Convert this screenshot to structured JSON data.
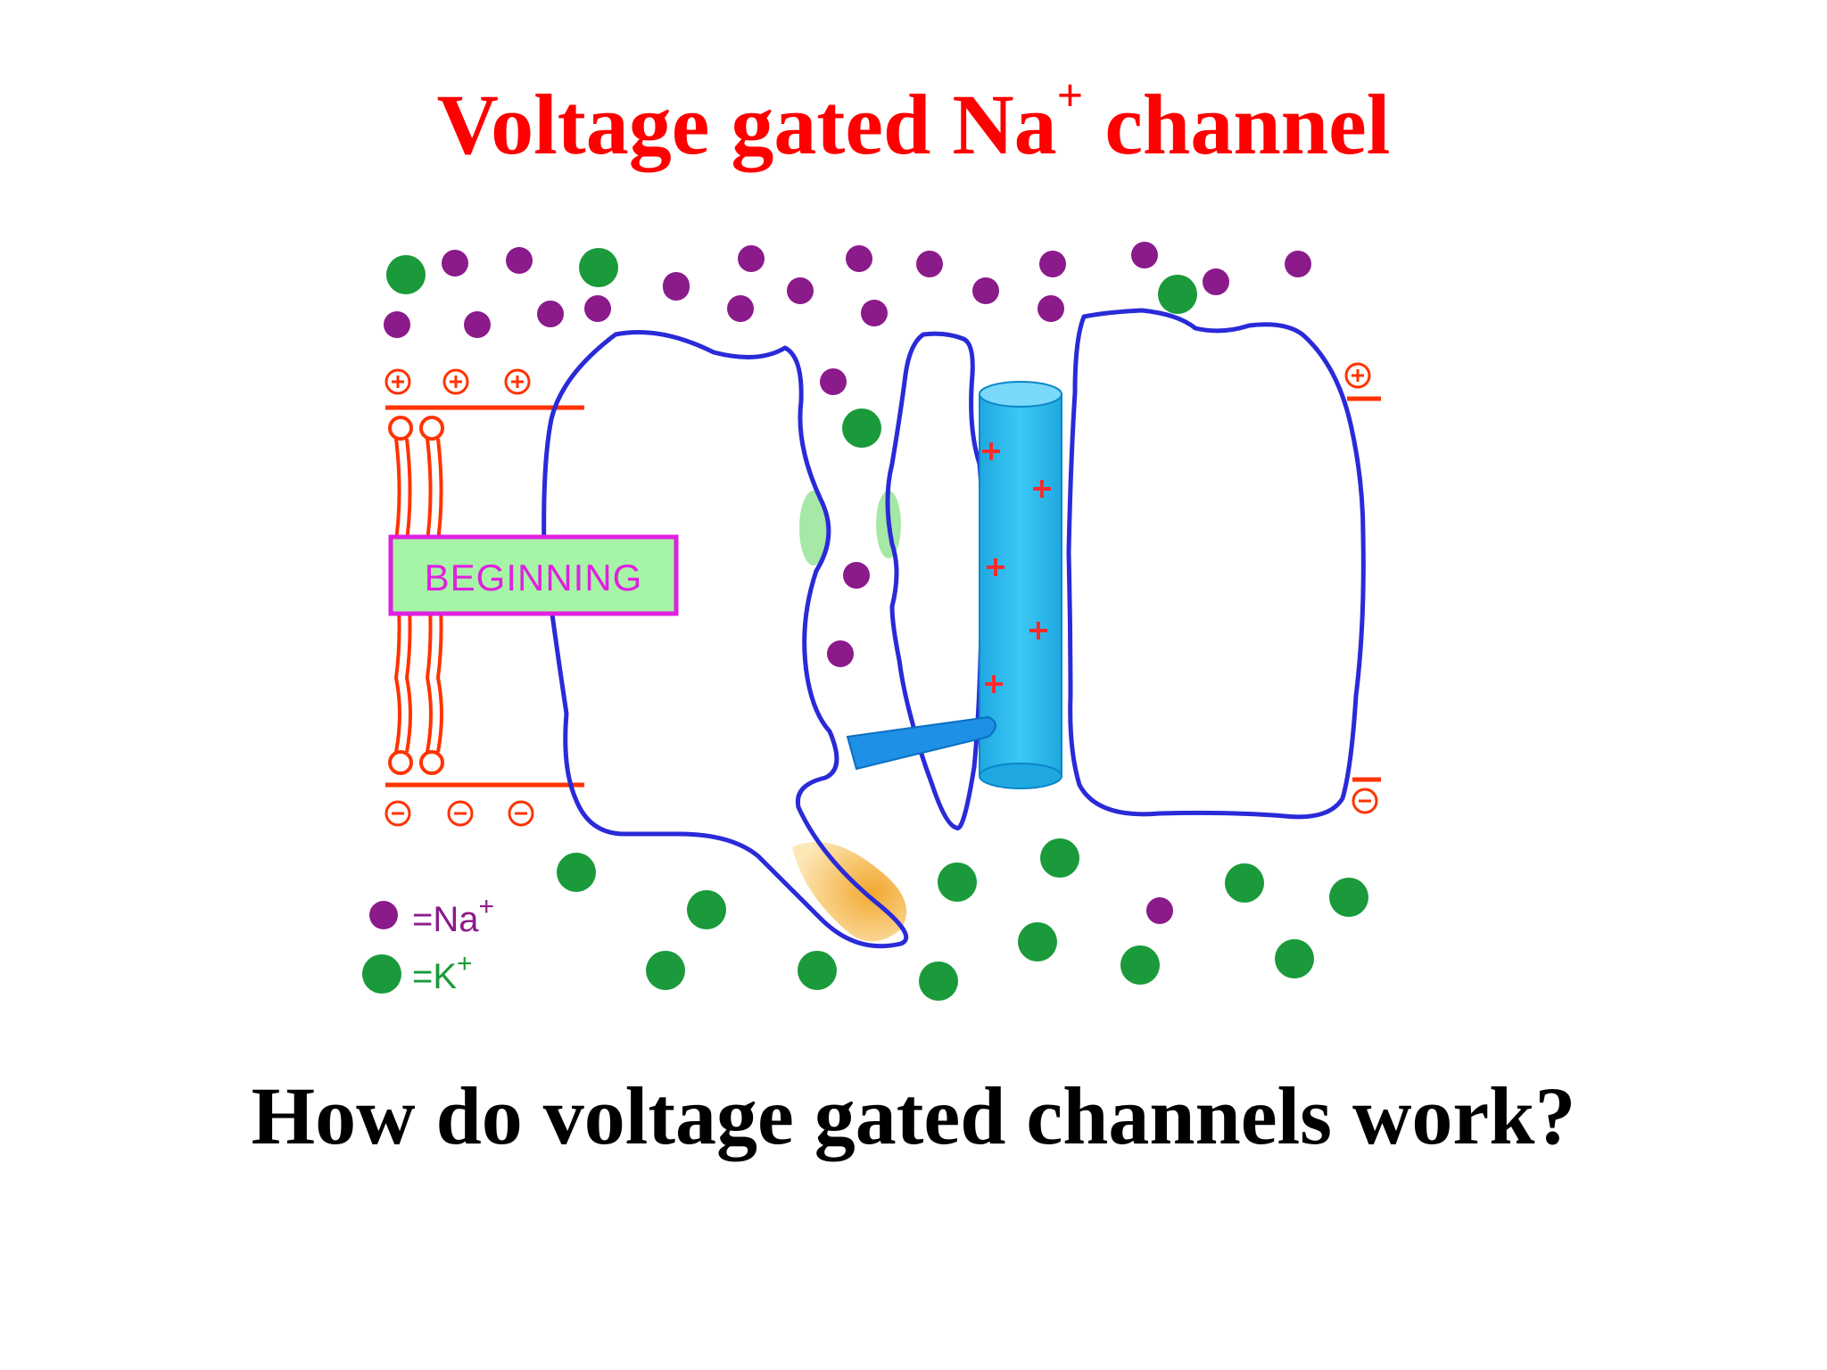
{
  "title": {
    "prefix": "Voltage gated Na",
    "superscript": "+",
    "suffix": " channel"
  },
  "stage_label": "BEGINNING",
  "legend": {
    "na": {
      "label": "=Na",
      "superscript": "+"
    },
    "k": {
      "label": "=K",
      "superscript": "+"
    }
  },
  "question": "How do voltage gated channels work?",
  "colors": {
    "title": "#ff0000",
    "na_ion": "#8b1a8b",
    "k_ion": "#1a9a3a",
    "channel_outline": "#2a2ad8",
    "voltage_sensor": "#22b8ee",
    "membrane": "#ff3300",
    "stage_box_fill": "#a6f5a6",
    "stage_box_text": "#e020e0",
    "inactivation_gate": "#f5b84a"
  }
}
